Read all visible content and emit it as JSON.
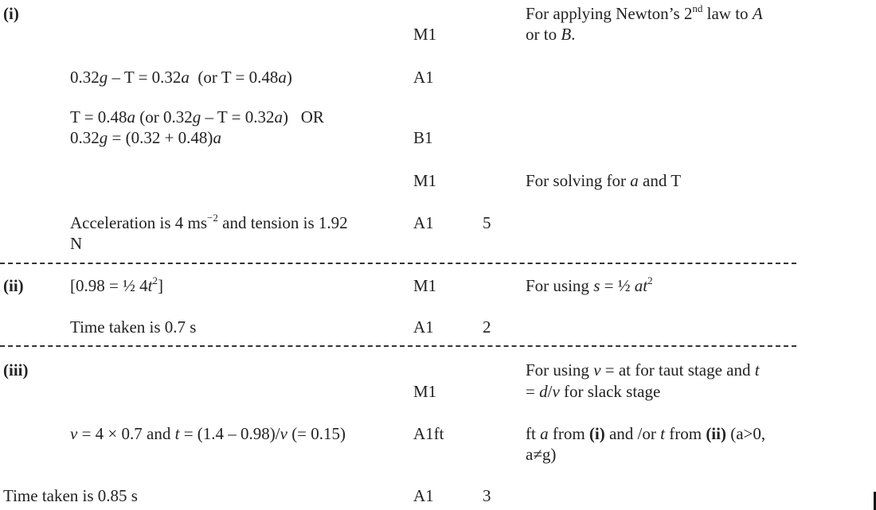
{
  "parts": [
    {
      "label": "(i)",
      "rows": [
        {
          "working": "",
          "mark": "M1",
          "total": "",
          "comment_l1": "For applying Newton’s 2nd law to A",
          "comment_l2": "or to B."
        },
        {
          "working": "0.32g – T = 0.32a  (or T = 0.48a)",
          "mark": "A1",
          "total": "",
          "comment_l1": "",
          "comment_l2": ""
        },
        {
          "working_l1": "T = 0.48a (or 0.32g – T = 0.32a)   OR",
          "working_l2": "0.32g = (0.32 + 0.48)a",
          "mark": "B1",
          "total": "",
          "comment_l1": "",
          "comment_l2": ""
        },
        {
          "working": "",
          "mark": "M1",
          "total": "",
          "comment_l1": "For solving for a and T",
          "comment_l2": ""
        },
        {
          "working_l1": "Acceleration is 4 ms⁻² and tension is 1.92",
          "working_l2": "N",
          "mark": "A1",
          "total": "5",
          "comment_l1": "",
          "comment_l2": ""
        }
      ]
    },
    {
      "label": "(ii)",
      "rows": [
        {
          "working": "[0.98 = ½ 4t²]",
          "mark": "M1",
          "total": "",
          "comment_l1": "For using s = ½ at²",
          "comment_l2": ""
        },
        {
          "working": "Time taken is 0.7 s",
          "mark": "A1",
          "total": "2",
          "comment_l1": "",
          "comment_l2": ""
        }
      ]
    },
    {
      "label": "(iii)",
      "rows": [
        {
          "working": "",
          "mark": "M1",
          "total": "",
          "comment_l1": "For using v = at for taut stage and t",
          "comment_l2": "= d/v for slack stage"
        },
        {
          "working": "v = 4 × 0.7 and t = (1.4 – 0.98)/v (= 0.15)",
          "mark": "A1ft",
          "total": "",
          "comment_l1": "ft a from (i) and /or t from (ii) (a>0,",
          "comment_l2": "a≠g)"
        },
        {
          "working": "Time taken is 0.85 s",
          "mark": "A1",
          "total": "3",
          "comment_l1": "",
          "comment_l2": ""
        }
      ]
    }
  ]
}
